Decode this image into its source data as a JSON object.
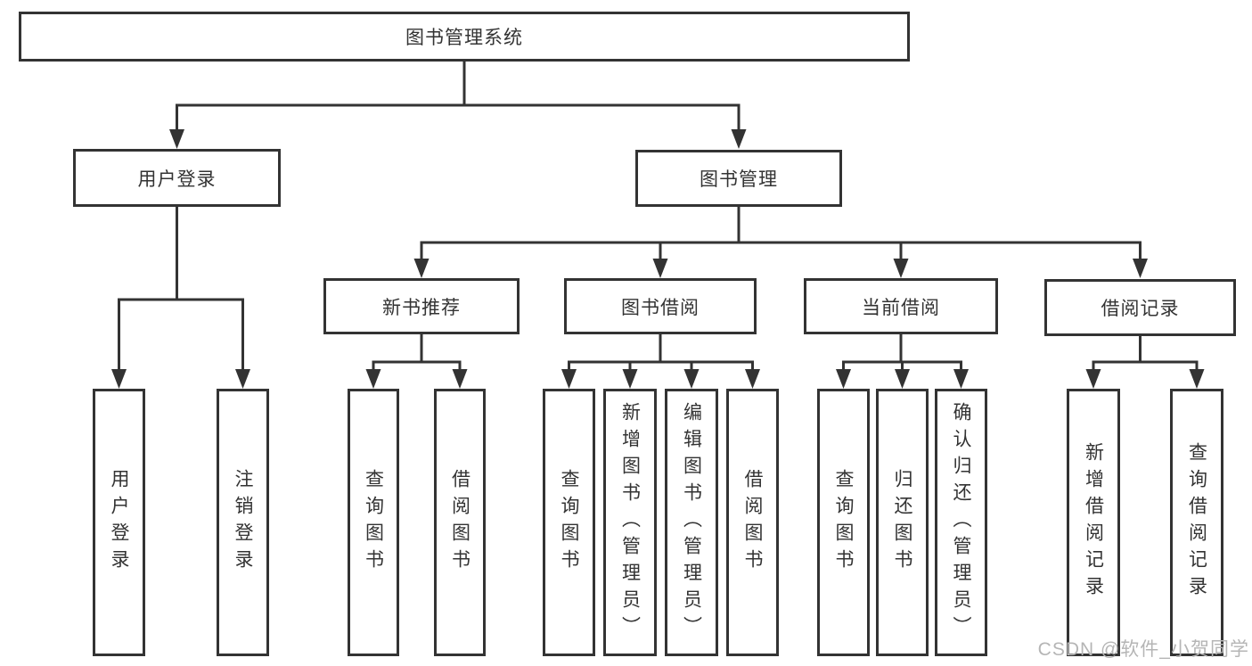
{
  "tree": {
    "root": {
      "label": "图书管理系统"
    },
    "children": [
      {
        "label": "用户登录",
        "children": [
          {
            "label": "用户登录"
          },
          {
            "label": "注销登录"
          }
        ]
      },
      {
        "label": "图书管理",
        "children": [
          {
            "label": "新书推荐",
            "children": [
              {
                "label": "查询图书"
              },
              {
                "label": "借阅图书"
              }
            ]
          },
          {
            "label": "图书借阅",
            "children": [
              {
                "label": "查询图书"
              },
              {
                "label": "新增图书（管理员）"
              },
              {
                "label": "编辑图书（管理员）"
              },
              {
                "label": "借阅图书"
              }
            ]
          },
          {
            "label": "当前借阅",
            "children": [
              {
                "label": "查询图书"
              },
              {
                "label": "归还图书"
              },
              {
                "label": "确认归还（管理员）"
              }
            ]
          },
          {
            "label": "借阅记录",
            "children": [
              {
                "label": "新增借阅记录"
              },
              {
                "label": "查询借阅记录"
              }
            ]
          }
        ]
      }
    ]
  },
  "watermark": {
    "text": "CSDN @软件_小贺同学"
  },
  "colors": {
    "line": "#333333",
    "text": "#333333",
    "background": "#ffffff",
    "watermark": "#b5b5b5"
  }
}
